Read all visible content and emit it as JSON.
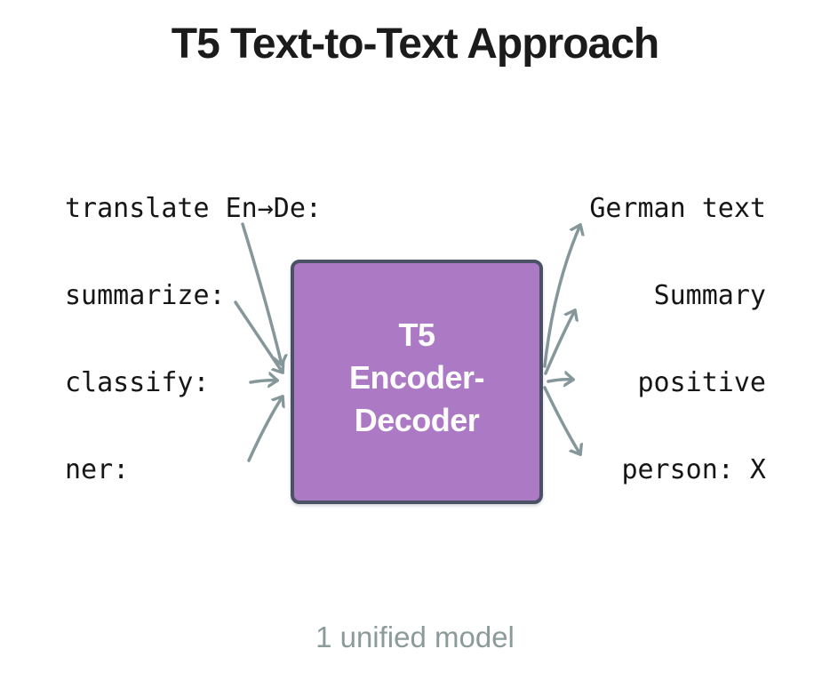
{
  "title": "T5 Text-to-Text Approach",
  "caption": "1 unified model",
  "model_box": {
    "lines": [
      "T5",
      "Encoder-",
      "Decoder"
    ],
    "fill_color": "#ac7ac4",
    "border_color": "#4b5266",
    "text_color": "#fcfcfc"
  },
  "inputs": [
    "translate En→De:",
    "summarize:",
    "classify:",
    "ner:"
  ],
  "outputs": [
    "German text",
    "Summary",
    "positive",
    "person: X"
  ],
  "colors": {
    "background": "#ffffff",
    "title_text": "#1b1b1b",
    "label_text": "#161616",
    "arrow": "#85979a",
    "caption_text": "#8a9b99"
  }
}
